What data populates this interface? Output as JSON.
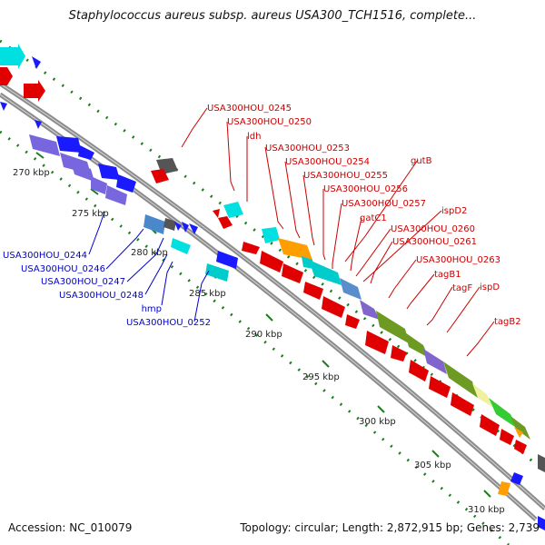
{
  "title": "Staphylococcus aureus subsp. aureus USA300_TCH1516, complete...",
  "footer": {
    "accession": "Accession: NC_010079",
    "topology": "Topology: circular; Length: 2,872,915 bp; Genes: 2,739"
  },
  "colors": {
    "backbone": "#8c8c8c",
    "tick": "#1d7d1d",
    "red_label": "#cc0000",
    "blue_label": "#0000cc",
    "forward_gene": "#0000ee",
    "reverse_gene": "#ee0000"
  },
  "scale_ticks": [
    {
      "label": "270 kbp"
    },
    {
      "label": "275 kbp"
    },
    {
      "label": "280 kbp"
    },
    {
      "label": "285 kbp"
    },
    {
      "label": "290 kbp"
    },
    {
      "label": "295 kbp"
    },
    {
      "label": "300 kbp"
    },
    {
      "label": "305 kbp"
    },
    {
      "label": "310 kbp"
    }
  ],
  "red_labels": [
    "USA300HOU_0245",
    "USA300HOU_0250",
    "ldh",
    "USA300HOU_0253",
    "USA300HOU_0254",
    "USA300HOU_0255",
    "gutB",
    "USA300HOU_0256",
    "USA300HOU_0257",
    "ispD2",
    "gatC1",
    "USA300HOU_0260",
    "USA300HOU_0261",
    "USA300HOU_0263",
    "tagB1",
    "tagF",
    "ispD",
    "tagB2"
  ],
  "blue_labels": [
    "USA300HOU_0244",
    "USA300HOU_0246",
    "USA300HOU_0247",
    "USA300HOU_0248",
    "hmp",
    "USA300HOU_0252"
  ]
}
